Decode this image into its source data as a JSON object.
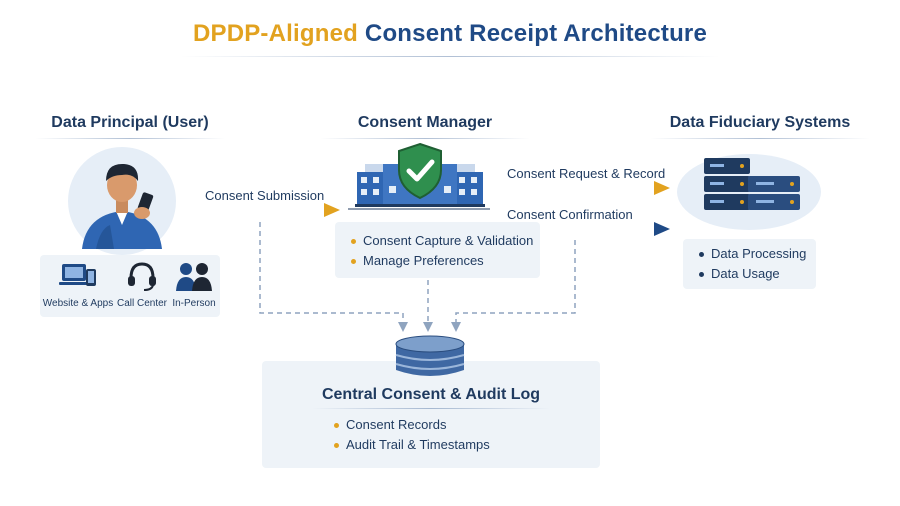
{
  "title": {
    "part1": "DPDP-Aligned",
    "part2": "Consent Receipt Architecture"
  },
  "columns": {
    "principal": {
      "heading": "Data Principal (User)",
      "channels": [
        {
          "label": "Website & Apps",
          "icon": "laptop-phone-icon"
        },
        {
          "label": "Call Center",
          "icon": "headset-icon"
        },
        {
          "label": "In-Person",
          "icon": "people-icon"
        }
      ]
    },
    "manager": {
      "heading": "Consent Manager",
      "icon": "shield-check-building-icon",
      "features": [
        "Consent Capture & Validation",
        "Manage Preferences"
      ]
    },
    "fiduciary": {
      "heading": "Data Fiduciary Systems",
      "icon": "server-rack-icon",
      "features": [
        "Data Processing",
        "Data Usage"
      ]
    }
  },
  "flows": {
    "submission": "Consent Submission",
    "request_record": "Consent Request & Record",
    "confirmation": "Consent Confirmation"
  },
  "audit": {
    "heading": "Central Consent & Audit Log",
    "icon": "database-icon",
    "items": [
      "Consent Records",
      "Audit Trail & Timestamps"
    ]
  },
  "colors": {
    "orange": "#e2a21f",
    "navy": "#1f4a86",
    "text": "#1f3a5f",
    "panel": "#eef3f8"
  }
}
